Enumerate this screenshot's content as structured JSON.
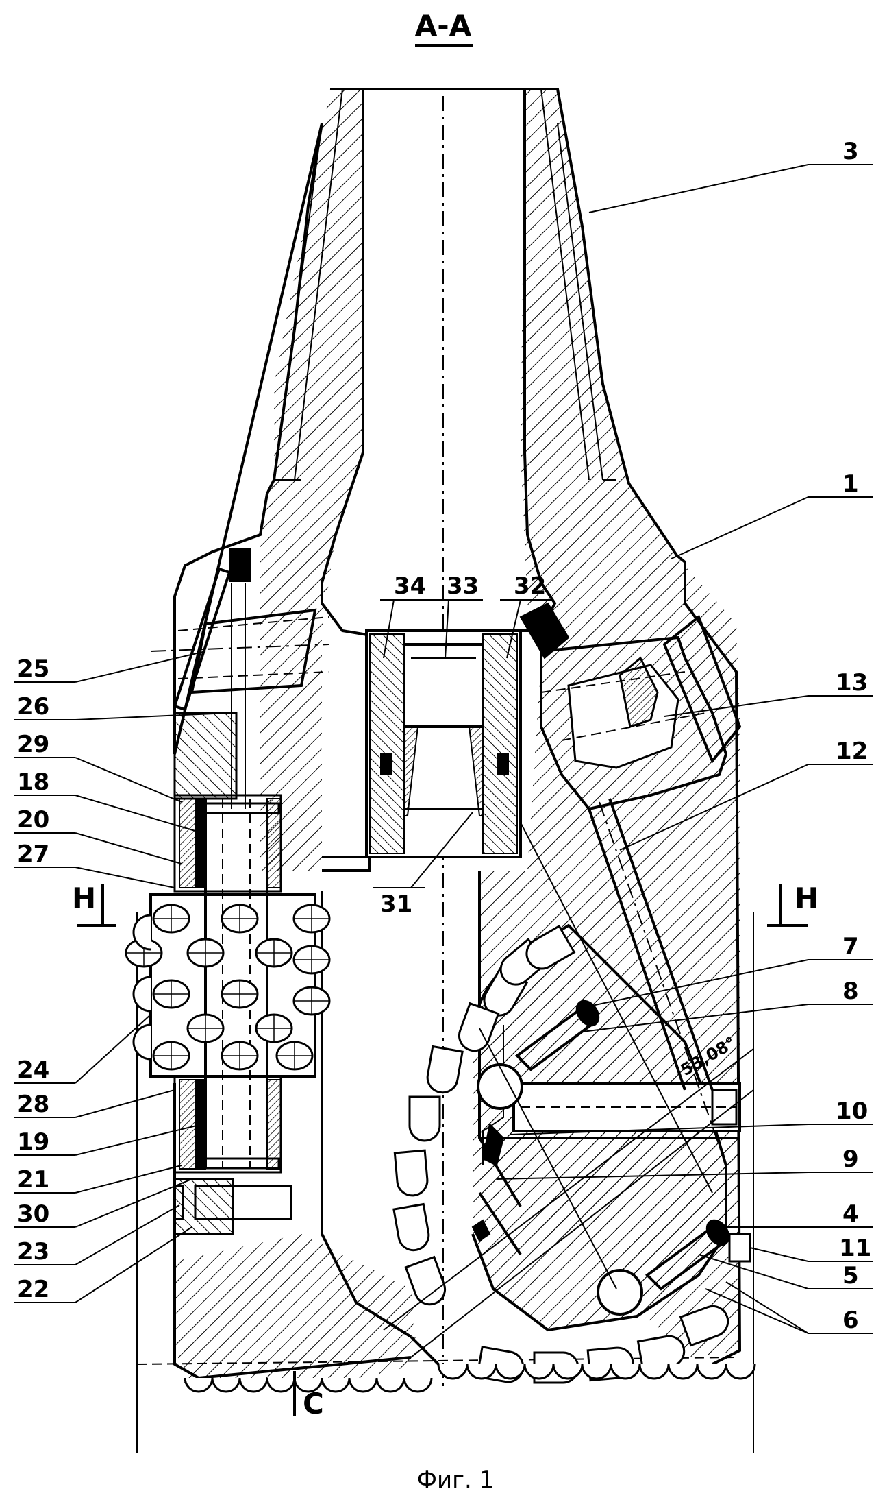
{
  "section_title": "А-А",
  "figure_caption": "Фиг. 1",
  "section_marks": {
    "h_left": "Н",
    "h_right": "Н",
    "c": "С"
  },
  "angle_annotation": "53,08°",
  "labels": {
    "l1": "1",
    "l3": "3",
    "l4": "4",
    "l5": "5",
    "l6": "6",
    "l7": "7",
    "l8": "8",
    "l9": "9",
    "l10": "10",
    "l11": "11",
    "l12": "12",
    "l13": "13",
    "l18": "18",
    "l19": "19",
    "l20": "20",
    "l21": "21",
    "l22": "22",
    "l23": "23",
    "l24": "24",
    "l25": "25",
    "l26": "26",
    "l27": "27",
    "l28": "28",
    "l29": "29",
    "l30": "30",
    "l31": "31",
    "l32": "32",
    "l33": "33",
    "l34": "34"
  },
  "colors": {
    "ink": "#000000",
    "paper": "#ffffff"
  }
}
